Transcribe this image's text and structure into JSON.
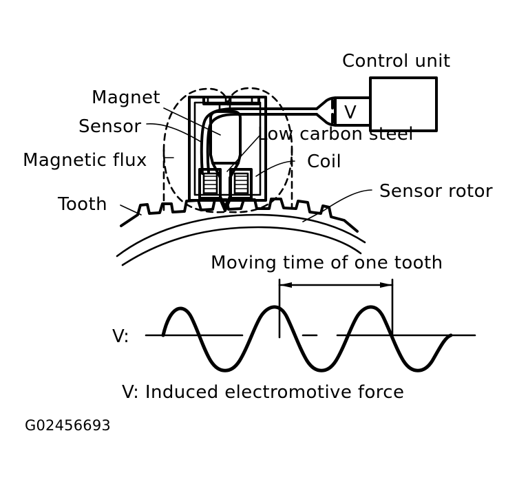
{
  "figure": {
    "id_code": "G02456693",
    "type": "technical-diagram",
    "subject": "Magnetic pickup speed sensor and sensor rotor with induced voltage waveform",
    "line_color": "#000000",
    "background_color": "#ffffff"
  },
  "labels": {
    "control_unit": "Control unit",
    "magnet": "Magnet",
    "sensor": "Sensor",
    "magnetic_flux": "Magnetic flux",
    "low_carbon_steel": "Low carbon steel",
    "coil": "Coil",
    "tooth": "Tooth",
    "sensor_rotor": "Sensor rotor",
    "moving_time": "Moving time of one tooth",
    "voltage_axis": "V:",
    "meter_symbol": "V",
    "legend": "V: Induced electromotive force"
  },
  "chart_data": {
    "type": "line",
    "title": "Induced electromotive force waveform",
    "xlabel": "",
    "ylabel": "V:",
    "series": [
      {
        "name": "V (induced electromotive force)",
        "waveform": "sine",
        "cycles": 2.5,
        "amplitude": 1.0,
        "baseline_y": 0
      }
    ],
    "annotations": [
      {
        "type": "dimension",
        "label": "Moving time of one tooth",
        "spans_one_period": true
      }
    ],
    "grid": false,
    "legend": "V: Induced electromotive force"
  }
}
